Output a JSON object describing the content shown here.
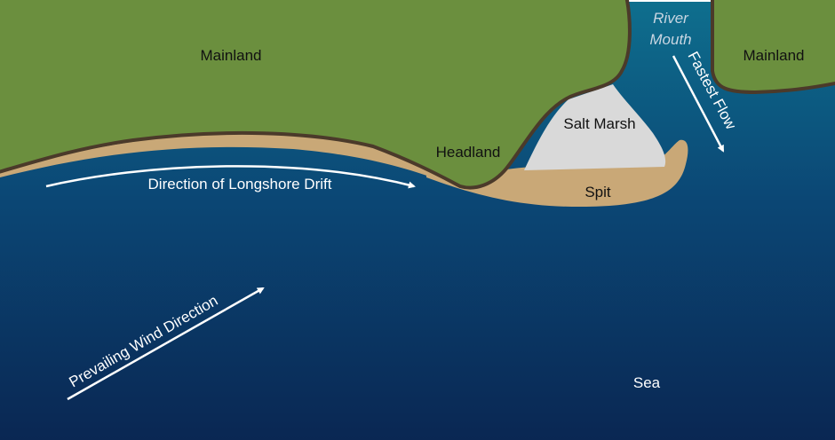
{
  "labels": {
    "mainland_left": "Mainland",
    "mainland_right": "Mainland",
    "river_mouth_line1": "River",
    "river_mouth_line2": "Mouth",
    "fastest_flow": "Fastest Flow",
    "salt_marsh": "Salt Marsh",
    "headland": "Headland",
    "spit": "Spit",
    "longshore_drift": "Direction of Longshore Drift",
    "prevailing_wind": "Prevailing Wind Direction",
    "sea": "Sea"
  },
  "colors": {
    "land": "#6b8f3e",
    "coast_outline": "#4b3a2a",
    "sand": "#c9a877",
    "salt_marsh": "#d9d9d9",
    "sea_top": "#0d6a89",
    "sea_bottom": "#0a2a55"
  }
}
